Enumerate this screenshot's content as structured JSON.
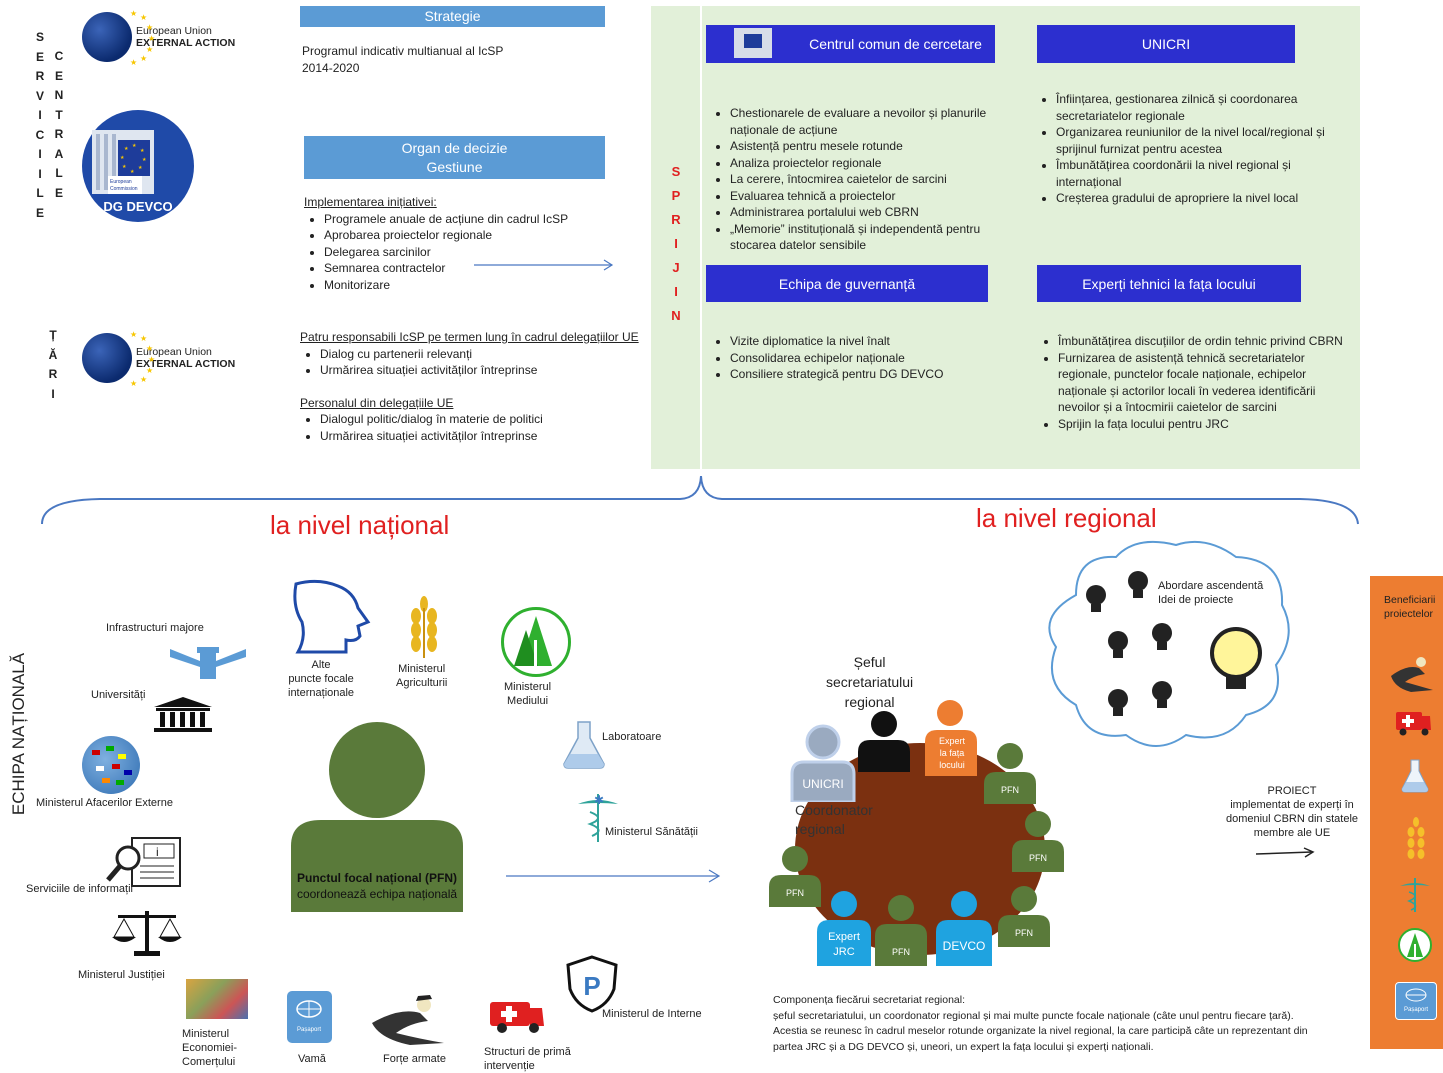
{
  "left_headers": {
    "servicii": [
      "S",
      "E",
      "R",
      "V",
      "I",
      "C",
      "I",
      "I",
      "L",
      "E"
    ],
    "centrale": [
      "C",
      "E",
      "N",
      "T",
      "R",
      "A",
      "L",
      "E"
    ],
    "tari": [
      "Ț",
      "Ă",
      "R",
      "I"
    ]
  },
  "eu_logo": {
    "line1": "European Union",
    "line2": "EXTERNAL ACTION"
  },
  "devco_logo": {
    "caption": "DG DEVCO",
    "sub1": "European",
    "sub2": "Commission"
  },
  "strategie": {
    "header": "Strategie",
    "line1": "Programul indicativ multianual al IcSP",
    "line2": "2014-2020"
  },
  "organ": {
    "header1": "Organ de decizie",
    "header2": "Gestiune",
    "title": "Implementarea inițiativei:",
    "items": [
      "Programele anuale de acțiune din cadrul IcSP",
      "Aprobarea proiectelor regionale",
      "Delegarea sarcinilor",
      "Semnarea contractelor",
      "Monitorizare"
    ]
  },
  "delegatii": {
    "title1": "Patru responsabili IcSP pe termen lung în cadrul delegațiilor UE",
    "items1": [
      "Dialog cu partenerii relevanți",
      "Urmărirea situației activităților întreprinse"
    ],
    "title2": "Personalul din delegațiile UE",
    "items2": [
      "Dialogul politic/dialog în materie de politici",
      "Urmărirea situației activităților întreprinse"
    ]
  },
  "sprijin": [
    "S",
    "P",
    "R",
    "I",
    "J",
    "I",
    "N"
  ],
  "jrc": {
    "header": "Centrul comun de cercetare",
    "items": [
      "Chestionarele de evaluare a nevoilor și planurile naționale de acțiune",
      "Asistență pentru mesele rotunde",
      "Analiza proiectelor regionale",
      "La cerere, întocmirea caietelor de sarcini",
      "Evaluarea tehnică a proiectelor",
      "Administrarea portalului web CBRN",
      "„Memorie” instituțională și independentă pentru stocarea datelor sensibile"
    ]
  },
  "unicri": {
    "header": "UNICRI",
    "items": [
      "Înființarea, gestionarea zilnică și coordonarea secretariatelor regionale",
      "Organizarea reuniunilor de la nivel local/regional și sprijinul furnizat pentru acestea",
      "Îmbunătățirea coordonării la nivel regional și internațional",
      "Creșterea gradului de apropriere la nivel local"
    ]
  },
  "guvernanta": {
    "header": "Echipa de guvernanță",
    "items": [
      "Vizite diplomatice la nivel înalt",
      "Consolidarea echipelor naționale",
      "Consiliere strategică pentru DG DEVCO"
    ]
  },
  "experti": {
    "header": "Experți tehnici la fața locului",
    "items": [
      "Îmbunătățirea discuțiilor de ordin tehnic privind CBRN",
      "Furnizarea de asistență tehnică secretariatelor regionale, punctelor focale naționale, echipelor naționale și actorilor locali în vederea identificării nevoilor și a întocmirii caietelor de sarcini",
      "Sprijin la fața locului pentru JRC"
    ]
  },
  "nivel_national": "la nivel național",
  "nivel_regional": "la nivel regional",
  "echipa_nationala": "ECHIPA NAȚIONALĂ",
  "national_labels": {
    "infrastructuri": "Infrastructuri majore",
    "universitati": "Universități",
    "mae": "Ministerul Afacerilor Externe",
    "informatii": "Serviciile de informații",
    "justitie": "Ministerul Justiției",
    "economie1": "Ministerul",
    "economie2": "Economiei-",
    "economie3": "Comerțului",
    "vama": "Vamă",
    "forte": "Forțe armate",
    "prima1": "Structuri de primă",
    "prima2": "intervenție",
    "interne": "Ministerul de Interne",
    "sanatate": "Ministerul Sănătății",
    "laboratoare": "Laboratoare",
    "mediu1": "Ministerul",
    "mediu2": "Mediului",
    "agricultura1": "Ministerul",
    "agricultura2": "Agriculturii",
    "puncte1": "Alte",
    "puncte2": "puncte focale",
    "puncte3": "internaționale",
    "pfn1": "Punctul focal național (PFN)",
    "pfn2": "coordonează echipa națională",
    "pasaport": "Pașaport"
  },
  "regional": {
    "sef1": "Șeful",
    "sef2": "secretariatului",
    "sef3": "regional",
    "expert_local1": "Expert",
    "expert_local2": "la fața",
    "expert_local3": "locului",
    "unicri": "UNICRI",
    "coord1": "Coordonator",
    "coord2": "regional",
    "pfn": "PFN",
    "expert_jrc1": "Expert",
    "expert_jrc2": "JRC",
    "devco": "DEVCO",
    "idea1": "Abordare ascendentă",
    "idea2": "Idei de proiecte",
    "proiect1": "PROIECT",
    "proiect2": "implementat de experți în",
    "proiect3": "domeniul CBRN din statele",
    "proiect4": "membre ale UE",
    "comp_title": "Componența fiecărui secretariat regional:",
    "comp_line1": "șeful secretariatului, un coordonator regional și mai multe puncte focale naționale (câte unul pentru fiecare țară).",
    "comp_line2": "Acestia se reunesc în cadrul meselor rotunde organizate la nivel regional, la care participă câte un reprezentant din",
    "comp_line3": "partea JRC și a DG DEVCO și, uneori, un expert la fața locului și experți naționali.",
    "benef1": "Beneficiarii",
    "benef2": "proiectelor"
  },
  "colors": {
    "light_blue": "#5b9bd5",
    "dark_blue": "#2c2fcf",
    "green_panel": "#e2f0d9",
    "person_green": "#5a7a3a",
    "table_brown": "#7b3010",
    "orange": "#ed7d31",
    "red_text": "#e02020"
  }
}
